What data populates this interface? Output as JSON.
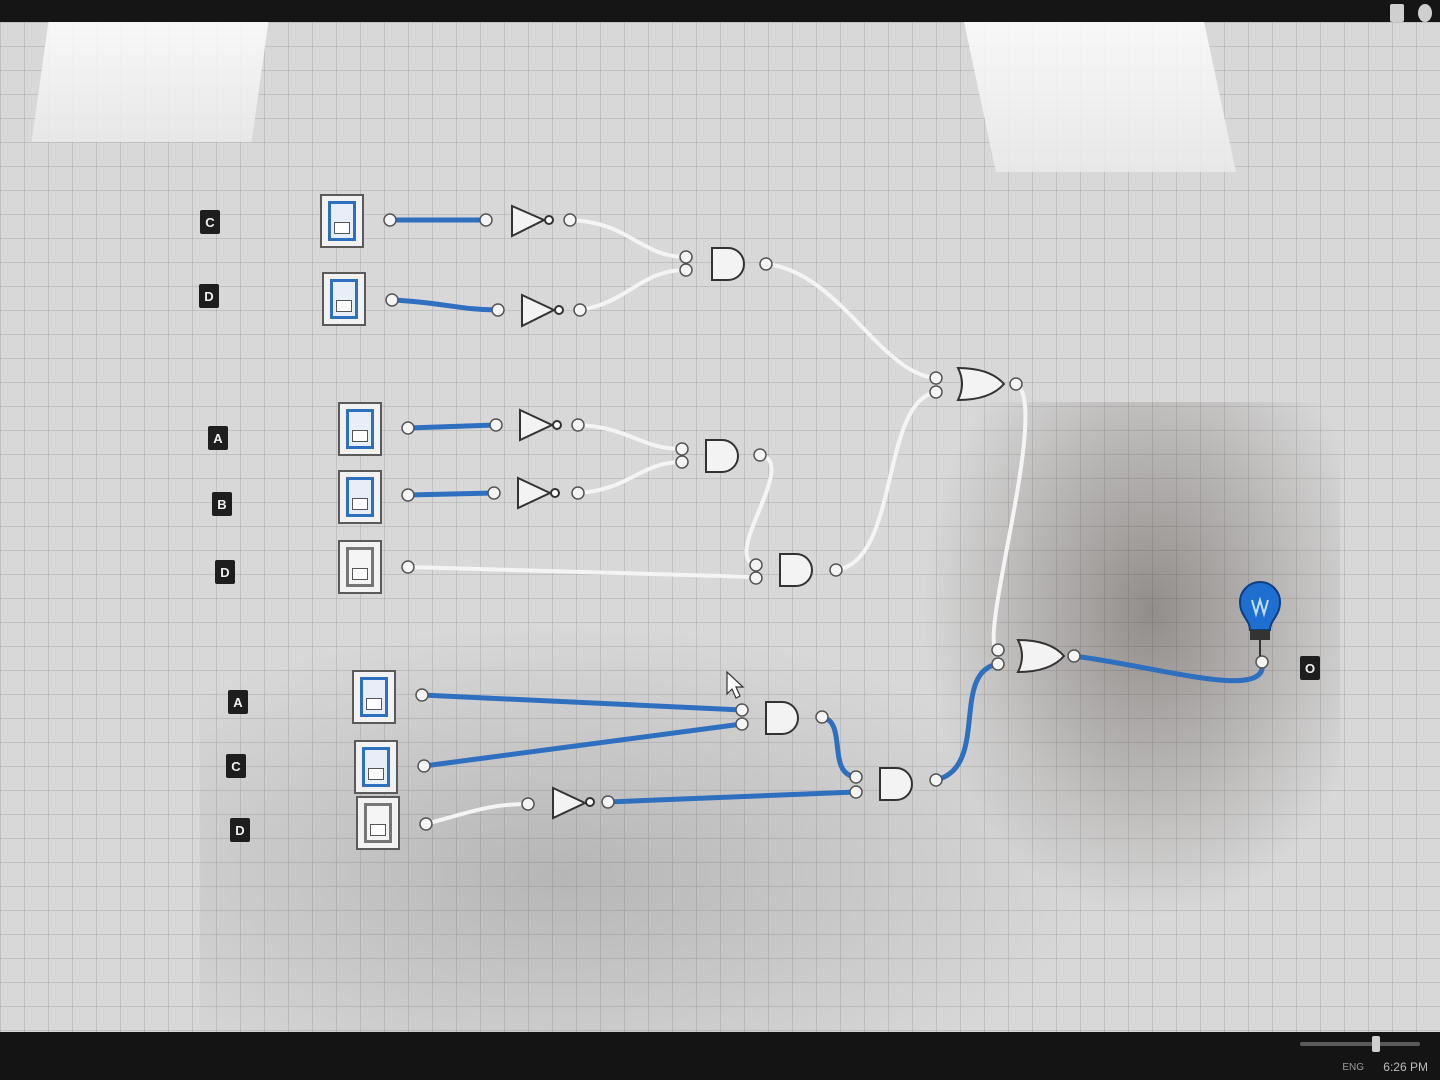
{
  "colors": {
    "wire_on": "#2f6fbf",
    "wire_off": "#f4f4f4",
    "gate_fill": "#f3f3f3",
    "bulb_on": "#1e6fd0"
  },
  "inputs": {
    "group1": {
      "c": "C",
      "d": "D"
    },
    "group2": {
      "a": "A",
      "b": "B",
      "d": "D"
    },
    "group3": {
      "a": "A",
      "c": "C",
      "d": "D"
    }
  },
  "output": {
    "label": "O"
  },
  "switch_states": {
    "g1_c": "on",
    "g1_d": "on",
    "g2_a": "on",
    "g2_b": "on",
    "g2_d": "off",
    "g3_a": "on",
    "g3_c": "on",
    "g3_d": "off"
  },
  "icons": {
    "bulb": "lightbulb-icon",
    "pointer": "mouse-cursor-icon"
  },
  "statusbar": {
    "time": "6:26 PM",
    "lang": "ENG"
  }
}
